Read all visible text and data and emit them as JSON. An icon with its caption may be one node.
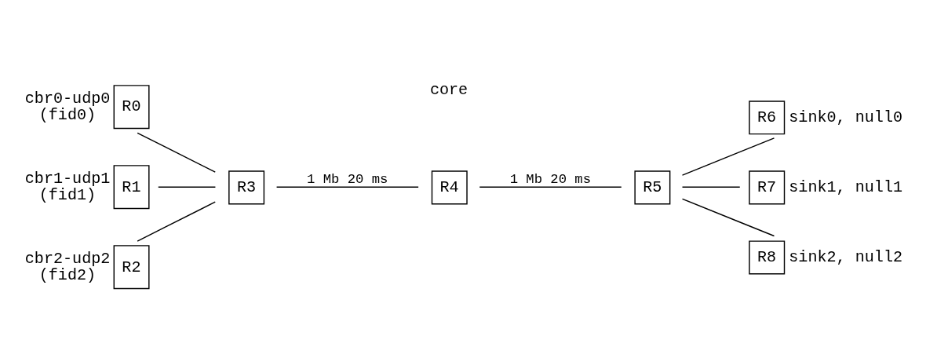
{
  "diagram": {
    "nodes": [
      {
        "text": [
          "R0"
        ],
        "beside": [
          "cbr0-udp0",
          "(fid0)"
        ]
      },
      {
        "text": [
          "R1"
        ],
        "beside": [
          "cbr1-udp1",
          "(fid1)"
        ]
      },
      {
        "text": [
          "R2"
        ],
        "beside": [
          "cbr2-udp2",
          "(fid2)"
        ]
      },
      {
        "text": [
          "R3"
        ]
      },
      {
        "text": [
          "R4"
        ]
      },
      {
        "text": [
          "R5"
        ]
      },
      {
        "text": [
          "R6"
        ],
        "beside": [
          "sink0, null0"
        ]
      },
      {
        "text": [
          "R7"
        ],
        "beside": [
          "sink1, null1"
        ]
      },
      {
        "text": [
          "R8"
        ],
        "beside": [
          "sink2, null2"
        ]
      }
    ],
    "edges": [
      {
        "from": 0,
        "to": 3,
        "arrow": "none"
      },
      {
        "from": 1,
        "to": 3,
        "arrow": "none"
      },
      {
        "from": 2,
        "to": 3,
        "arrow": "none"
      },
      {
        "from": 3,
        "to": 4,
        "arrow": "none",
        "label": "1 Mb 20 ms"
      },
      {
        "from": 4,
        "to": 5,
        "arrow": "none",
        "label": "1 Mb 20 ms"
      },
      {
        "from": 5,
        "to": 6,
        "arrow": "none"
      },
      {
        "from": 5,
        "to": 7,
        "arrow": "none"
      },
      {
        "from": 5,
        "to": 8,
        "arrow": "none"
      }
    ],
    "labels": [
      "core"
    ]
  }
}
